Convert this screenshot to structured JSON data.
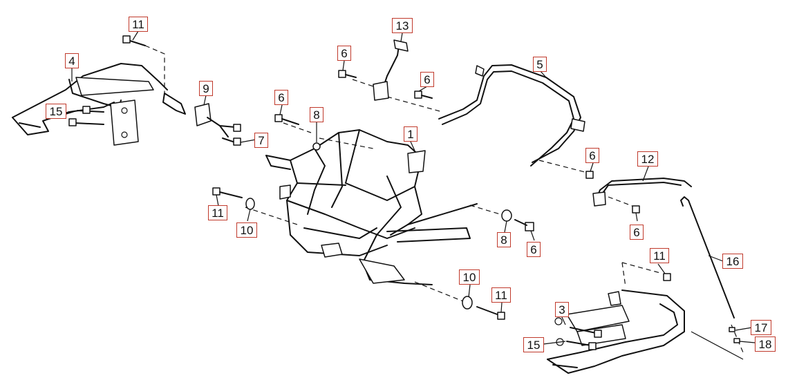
{
  "diagram": {
    "callouts": [
      "1",
      "3",
      "4",
      "5",
      "6",
      "6",
      "6",
      "6",
      "6",
      "7",
      "8",
      "8",
      "9",
      "10",
      "10",
      "11",
      "11",
      "11",
      "11",
      "12",
      "13",
      "15",
      "15",
      "16",
      "17",
      "18"
    ]
  }
}
